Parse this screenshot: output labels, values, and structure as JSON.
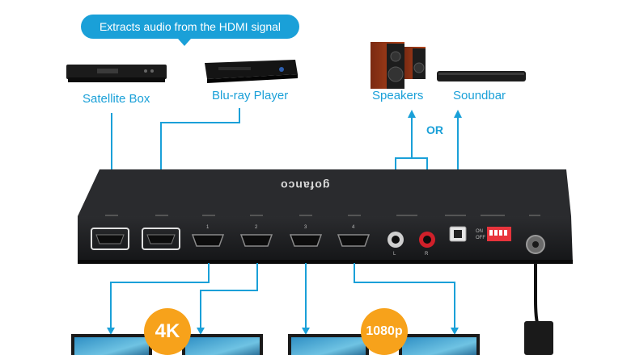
{
  "callout": {
    "text": "Extracts audio from the HDMI signal"
  },
  "sources": [
    {
      "label": "Satellite Box"
    },
    {
      "label": "Blu-ray Player"
    }
  ],
  "audio_outputs": [
    {
      "label": "Speakers"
    },
    {
      "label": "Soundbar"
    }
  ],
  "or_label": "OR",
  "device": {
    "brand": "gofanco",
    "output_ports": [
      "1",
      "2",
      "3",
      "4"
    ],
    "rca_labels": [
      "L",
      "R"
    ],
    "dip_labels": [
      "ON",
      "OFF"
    ]
  },
  "badges": {
    "left": "4K",
    "right": "1080p"
  },
  "colors": {
    "accent_blue": "#1aa0d8",
    "badge_orange": "#f7a21b",
    "device_body": "#1e1f21",
    "rca_red": "#d0202a",
    "dip_red": "#e8343c"
  }
}
